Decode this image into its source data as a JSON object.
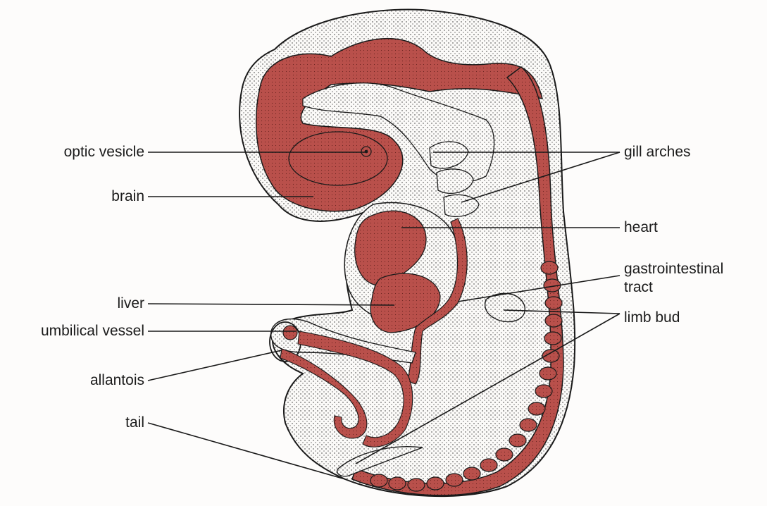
{
  "colors": {
    "background": "#fdfcfb",
    "tissue": "#b9504b",
    "stipple": "#2a2a2a",
    "outline": "#1a1a1a"
  },
  "labels": {
    "optic_vesicle": "optic vesicle",
    "brain": "brain",
    "liver": "liver",
    "umbilical_vessel": "umbilical vessel",
    "allantois": "allantois",
    "tail": "tail",
    "gill_arches": "gill arches",
    "heart": "heart",
    "gastrointestinal_line1": "gastrointestinal",
    "gastrointestinal_line2": "tract",
    "limb_bud": "limb bud"
  }
}
